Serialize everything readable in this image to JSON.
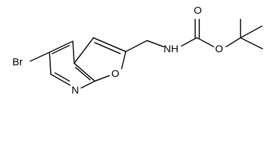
{
  "atoms": {
    "br": "Br",
    "ring_n": "N",
    "furan_o": "O",
    "nh": "NH",
    "carbonyl_o": "O",
    "ester_o": "O"
  }
}
